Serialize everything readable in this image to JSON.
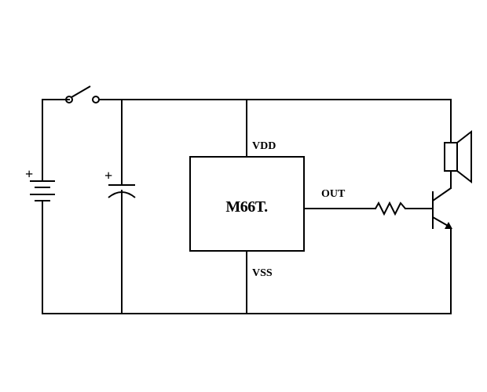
{
  "chip": {
    "name": "M66T.",
    "pin_vdd": "VDD",
    "pin_vss": "VSS",
    "pin_out": "OUT"
  },
  "battery": {
    "polarity": "+"
  },
  "capacitor": {
    "polarity": "+"
  },
  "colors": {
    "line": "#000000",
    "background": "#ffffff"
  }
}
